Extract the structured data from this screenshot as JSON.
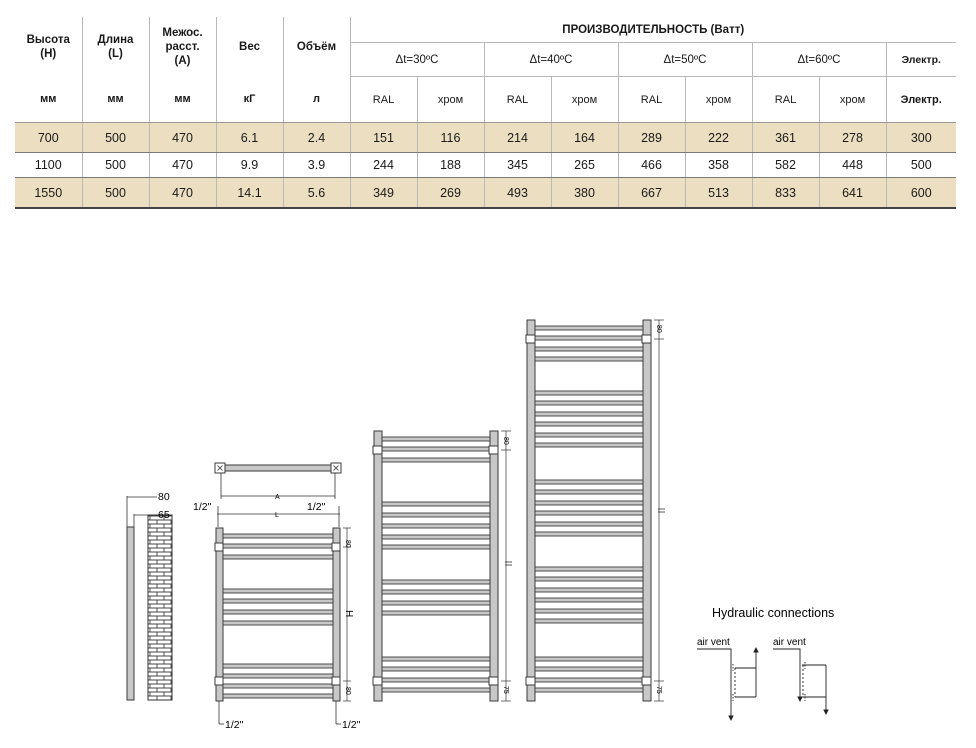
{
  "table": {
    "headers": {
      "height": "Высота\n(H)",
      "length": "Длина\n(L)",
      "spacing": "Межос.\nрасст.\n(A)",
      "weight": "Вес",
      "volume": "Объём",
      "performance": "ПРОИЗВОДИТЕЛЬНОСТЬ (Ватт)",
      "dt30": "Δt=30ºC",
      "dt40": "Δt=40ºC",
      "dt50": "Δt=50ºC",
      "dt60": "Δt=60ºC",
      "electric": "Электр."
    },
    "units": [
      "мм",
      "мм",
      "мм",
      "кГ",
      "л",
      "RAL",
      "хром",
      "RAL",
      "хром",
      "RAL",
      "хром",
      "RAL",
      "хром",
      "Электр."
    ],
    "rows": [
      [
        "700",
        "500",
        "470",
        "6.1",
        "2.4",
        "151",
        "116",
        "214",
        "164",
        "289",
        "222",
        "361",
        "278",
        "300"
      ],
      [
        "1100",
        "500",
        "470",
        "9.9",
        "3.9",
        "244",
        "188",
        "345",
        "265",
        "466",
        "358",
        "582",
        "448",
        "500"
      ],
      [
        "1550",
        "500",
        "470",
        "14.1",
        "5.6",
        "349",
        "269",
        "493",
        "380",
        "667",
        "513",
        "833",
        "641",
        "600"
      ]
    ]
  },
  "drawings": {
    "side_dim_80": "80",
    "side_dim_65": "65",
    "conn_top_left": "1/2\"",
    "conn_top_right": "1/2\"",
    "dim_a": "A",
    "dim_l": "L",
    "dim_80_small": "80",
    "dim_80_small_bottom": "80",
    "dim_h": "H",
    "conn_bottom_left": "1/2\"",
    "conn_bottom_right": "1/2\"",
    "dim_80_mid": "80",
    "dim_75_mid": "75",
    "dim_80_large": "80",
    "dim_75_large": "75",
    "hydraulic_title": "Hydraulic connections",
    "air_vent_1": "air vent",
    "air_vent_2": "air vent"
  },
  "colors": {
    "row_highlight": "#ecdfc1",
    "frame_fill": "#c8c8c8",
    "frame_stroke": "#3a3a3a"
  }
}
